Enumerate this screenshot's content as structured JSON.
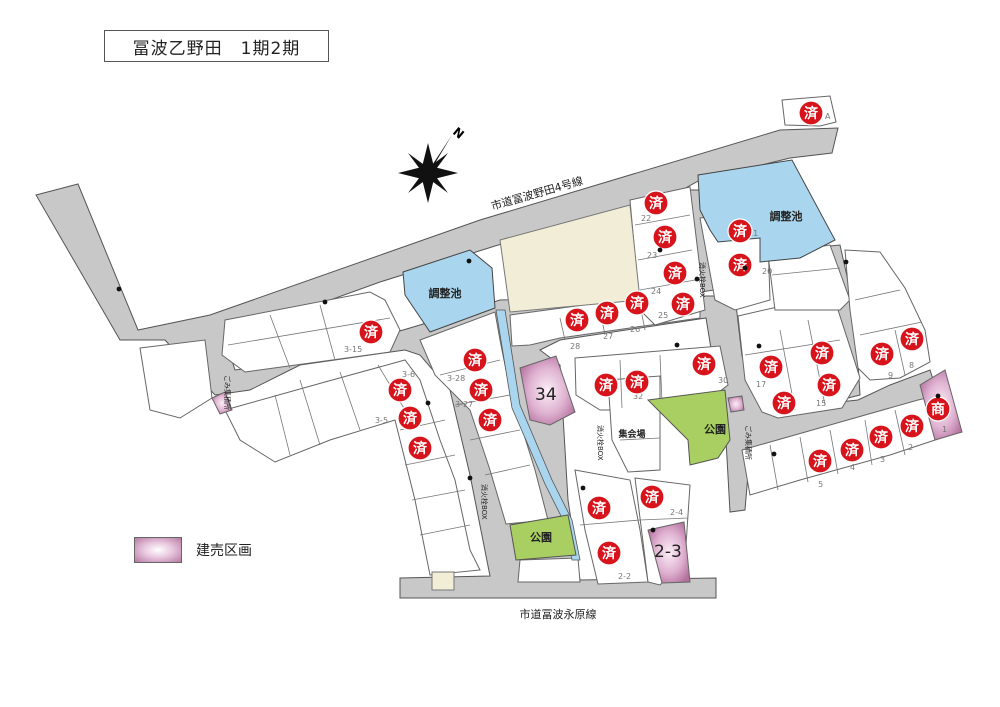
{
  "title": "冨波乙野田　1期2期",
  "compass_letter": "N",
  "roads": {
    "north": "市道冨波野田4号線",
    "south": "市道冨波永原線"
  },
  "facility_labels": {
    "pond": "調整池",
    "park": "公園",
    "hall": "集会場",
    "fire_box": "消火栓BOX",
    "garbage": "ごみ集積所"
  },
  "lot_labels": [
    "22",
    "23",
    "24",
    "25",
    "26",
    "27",
    "28",
    "21",
    "20",
    "17",
    "16",
    "15",
    "9",
    "8",
    "1",
    "2",
    "3",
    "4",
    "5",
    "30",
    "32",
    "2-4",
    "2-2",
    "3-15",
    "3-6",
    "3-28",
    "3-27",
    "3-5",
    "A"
  ],
  "big_lot_labels": [
    "34",
    "2-3"
  ],
  "badges": {
    "sold": "済",
    "commercial": "商"
  },
  "legend": {
    "label": "建売区画",
    "color": "#d9a8cb"
  },
  "colors": {
    "road": "#c8c8c8",
    "lot": "#ffffff",
    "pond": "#a9d6ee",
    "park": "#a9cf62",
    "commercial_lot": "#f1edd6",
    "sold_badge": "#d7141c",
    "builtsale": "#d9a8cb"
  }
}
